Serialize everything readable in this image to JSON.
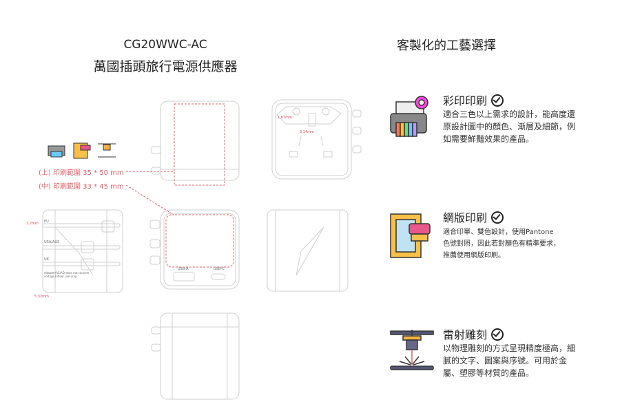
{
  "header": {
    "model": "CG20WWC-AC",
    "product_name": "萬國插頭旅行電源供應器"
  },
  "print_areas": {
    "top": "(上) 印刷範圍 35 * 50 mm",
    "middle": "(中) 印刷範圍 33 * 45 mm"
  },
  "dimensions": {
    "d1": "1.67mm",
    "d2": "3.14mm",
    "d3": "1.2mm",
    "d4": "5.32mm"
  },
  "plug_labels": {
    "eu": "EU",
    "usa": "USA/AUS",
    "uk": "UK",
    "note": "Adapter/AC/AD does not convert voltage Indoor use only"
  },
  "ports": {
    "usb_a": "USB-A",
    "usb_c": "USB-C"
  },
  "customization": {
    "title": "客製化的工藝選擇",
    "options": [
      {
        "name": "彩印印刷",
        "icon": "color-printer-icon",
        "description": "適合三色以上需求的設計，能高度還原設計圖中的顏色、漸層及細節，例如需要鮮豔效果的產品。"
      },
      {
        "name": "網版印刷",
        "icon": "screen-print-icon",
        "description": "適合印單、雙色設計，使用Pantone色號對照，因此若對顏色有精準要求，推薦使用網版印刷。"
      },
      {
        "name": "雷射雕刻",
        "icon": "laser-engraving-icon",
        "description": "以物理雕刻的方式呈現精度極高，細膩的文字、圖案與序號。可用於金屬、塑膠等材質的產品。"
      }
    ]
  },
  "colors": {
    "accent": "#e0606a",
    "line": "#cfcfcf"
  }
}
